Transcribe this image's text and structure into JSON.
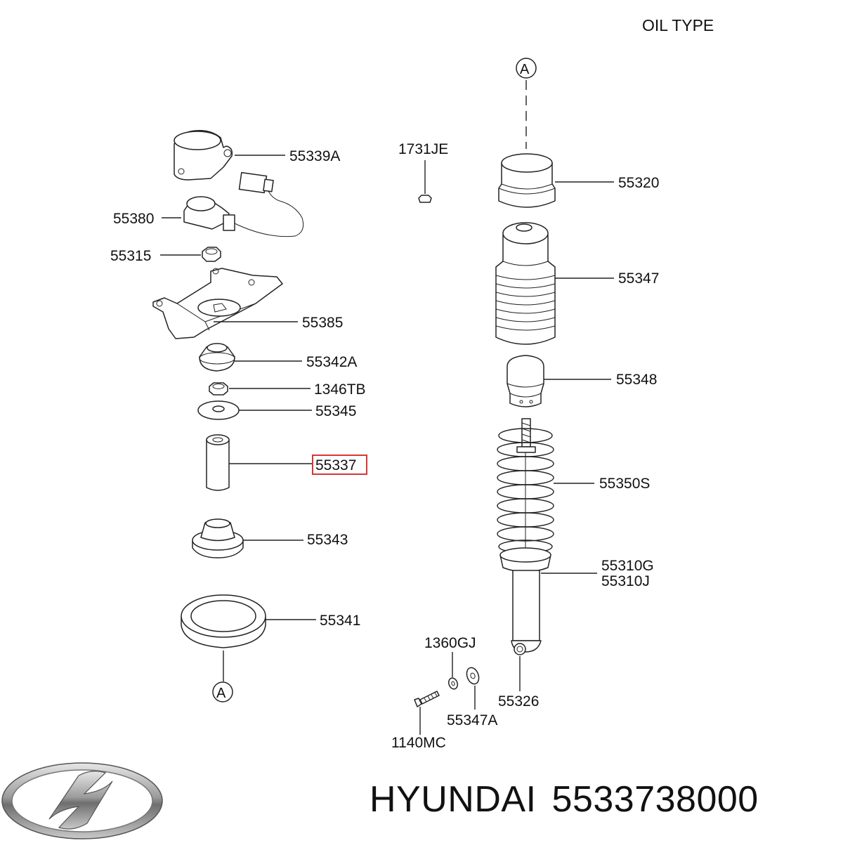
{
  "header": {
    "oil_type": "OIL TYPE"
  },
  "callout": {
    "letter": "A"
  },
  "parts": {
    "p55339A": "55339A",
    "p55380": "55380",
    "p55315": "55315",
    "p55385": "55385",
    "p55342A": "55342A",
    "p1346TB": "1346TB",
    "p55345": "55345",
    "p55337": "55337",
    "p55343": "55343",
    "p55341": "55341",
    "p1731JE": "1731JE",
    "p55320": "55320",
    "p55347": "55347",
    "p55348": "55348",
    "p55350S": "55350S",
    "p55310G": "55310G",
    "p55310J": "55310J",
    "p1360GJ": "1360GJ",
    "p55326": "55326",
    "p55347A": "55347A",
    "p1140MC": "1140MC"
  },
  "footer": {
    "brand": "HYUNDAI",
    "part_number": "5533738000"
  },
  "colors": {
    "highlight": "#d42020",
    "line": "#222222"
  },
  "icons": {
    "logo": "hyundai-logo-icon"
  }
}
